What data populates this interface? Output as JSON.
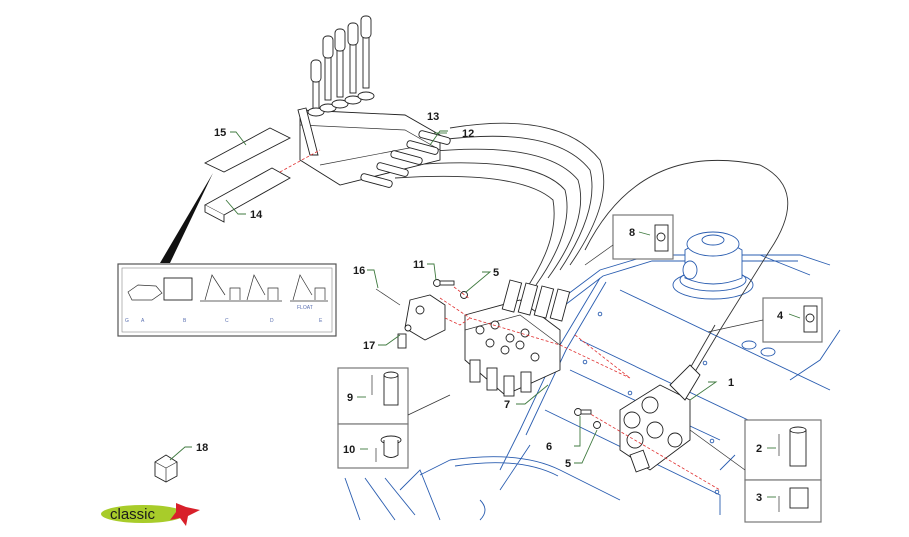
{
  "diagram": {
    "type": "exploded-parts-diagram",
    "subject": "hydraulic control valve assembly",
    "callouts": [
      {
        "id": "c1",
        "label": "1"
      },
      {
        "id": "c2",
        "label": "2"
      },
      {
        "id": "c3",
        "label": "3"
      },
      {
        "id": "c4",
        "label": "4"
      },
      {
        "id": "c5a",
        "label": "5"
      },
      {
        "id": "c5b",
        "label": "5"
      },
      {
        "id": "c6",
        "label": "6"
      },
      {
        "id": "c7",
        "label": "7"
      },
      {
        "id": "c8",
        "label": "8"
      },
      {
        "id": "c9",
        "label": "9"
      },
      {
        "id": "c10",
        "label": "10"
      },
      {
        "id": "c11",
        "label": "11"
      },
      {
        "id": "c12",
        "label": "12"
      },
      {
        "id": "c13",
        "label": "13"
      },
      {
        "id": "c14",
        "label": "14"
      },
      {
        "id": "c15",
        "label": "15"
      },
      {
        "id": "c16",
        "label": "16"
      },
      {
        "id": "c17",
        "label": "17"
      },
      {
        "id": "c18",
        "label": "18"
      }
    ],
    "decal": {
      "letters": [
        "A",
        "B",
        "C",
        "D",
        "E"
      ],
      "side_label": "G",
      "float_label": "FLOAT"
    }
  },
  "logo": {
    "text": "classic",
    "colors": {
      "ellipse": "#a8cc2a",
      "star": "#d8202a",
      "text": "#1a1a1a"
    }
  },
  "colors": {
    "frame": "#2a5db0",
    "leader": "#3f7a3f",
    "axis_line": "#e03030",
    "callout_text": "#1a1a1a"
  }
}
